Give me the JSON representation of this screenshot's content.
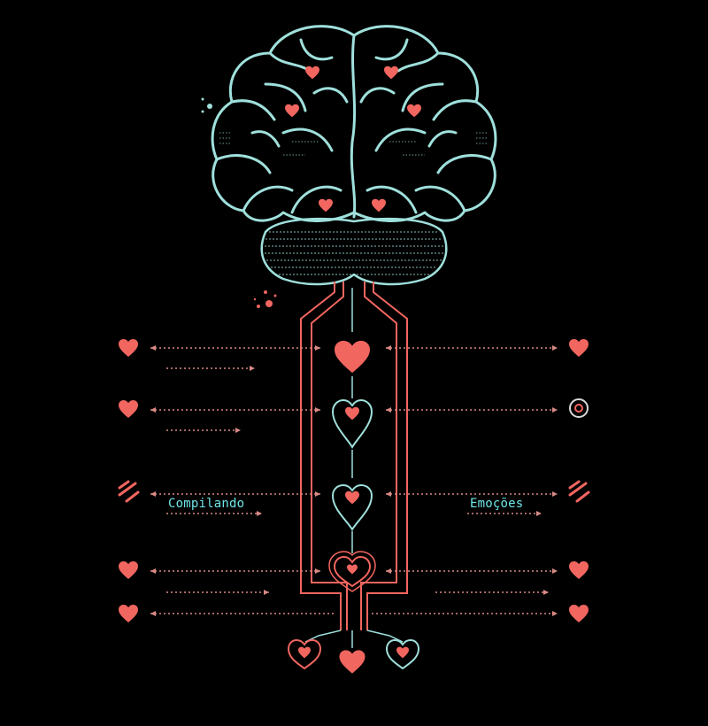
{
  "labels": {
    "left": "Compilando",
    "right": "Emoções"
  },
  "colors": {
    "background": "#000000",
    "brain": "#9fe0dc",
    "heart": "#f26660",
    "label": "#6fe3e6",
    "dots": "#d98a86"
  },
  "icons": [
    "brain-illustration",
    "heart-icon",
    "stripes-icon",
    "circle-icon"
  ]
}
